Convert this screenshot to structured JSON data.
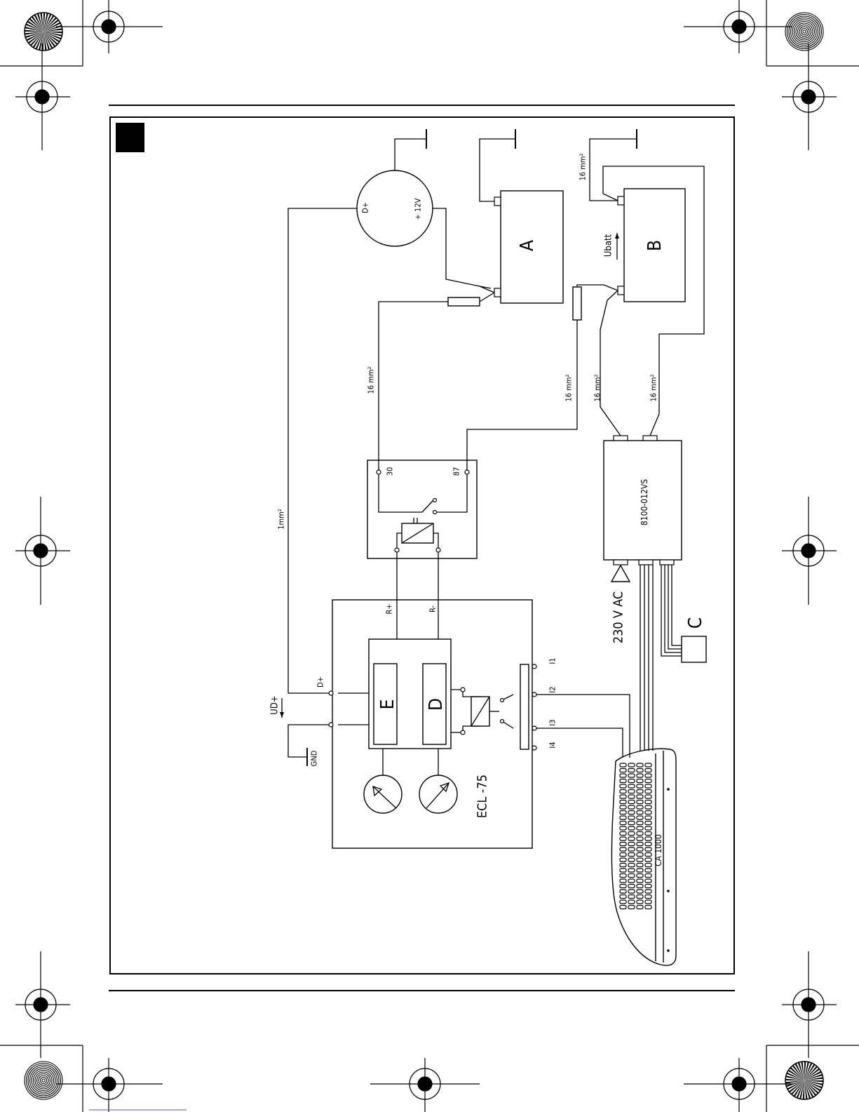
{
  "figure": {
    "alternator": {
      "d_plus": "D+",
      "plus_12v": "+ 12V"
    },
    "battery_a": "A",
    "battery_b": "B",
    "ubatt": "Ubatt",
    "charger": "C",
    "inverter": "8100-012VS",
    "ac_input": "230 V AC",
    "relay": {
      "pin30": "30",
      "pin87": "87"
    },
    "controller": {
      "name": "ECL -75",
      "module_e": "E",
      "module_d": "D",
      "r_plus": "R+",
      "r_minus": "R-",
      "d_plus": "D+",
      "inputs": [
        "I1",
        "I2",
        "I3",
        "I4"
      ]
    },
    "ud_plus": "UD+",
    "gnd": "GND",
    "aircon": "CA 1000",
    "cable_labels": {
      "one_mm2": "1mm²",
      "sixteen_mm2": "16 mm²"
    }
  }
}
